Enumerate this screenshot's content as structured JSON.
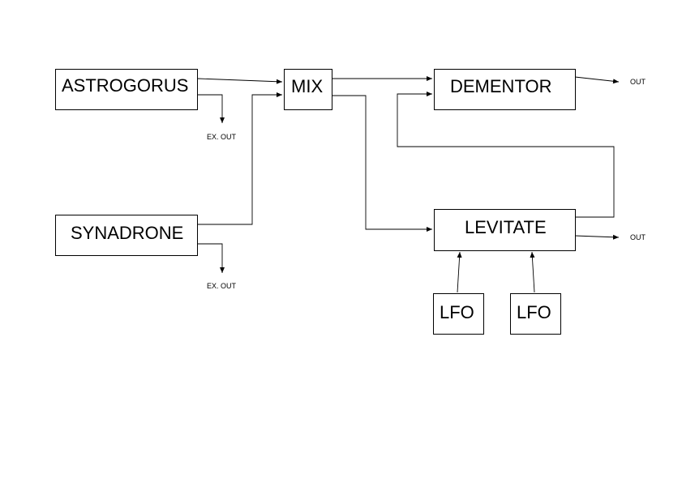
{
  "blocks": {
    "astrogorus": "ASTROGORUS",
    "synadrone": "SYNADRONE",
    "mix": "MIX",
    "dementor": "DEMENTOR",
    "levitate": "LEVITATE",
    "lfo_1": "LFO",
    "lfo_2": "LFO"
  },
  "outputs": {
    "astrogorus_ex_out": "EX. OUT",
    "synadrone_ex_out": "EX. OUT",
    "dementor_out": "OUT",
    "levitate_out": "OUT"
  },
  "colors": {
    "line": "#000000",
    "background": "#ffffff"
  }
}
